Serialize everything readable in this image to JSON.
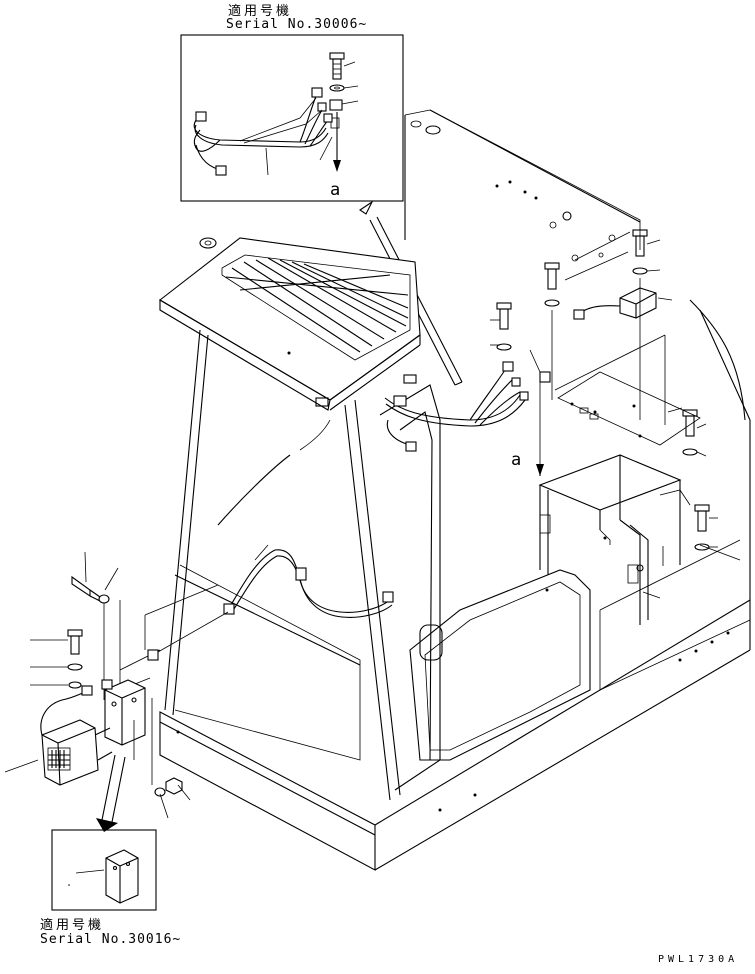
{
  "inset_top": {
    "applicability_label": "適用号機",
    "serial_label": "Serial No.30006~",
    "view_marker": "a"
  },
  "inset_bottom": {
    "applicability_label": "適用号機",
    "serial_label": "Serial No.30016~"
  },
  "main_view": {
    "view_marker": "a"
  },
  "drawing_code": "PWL1730A"
}
